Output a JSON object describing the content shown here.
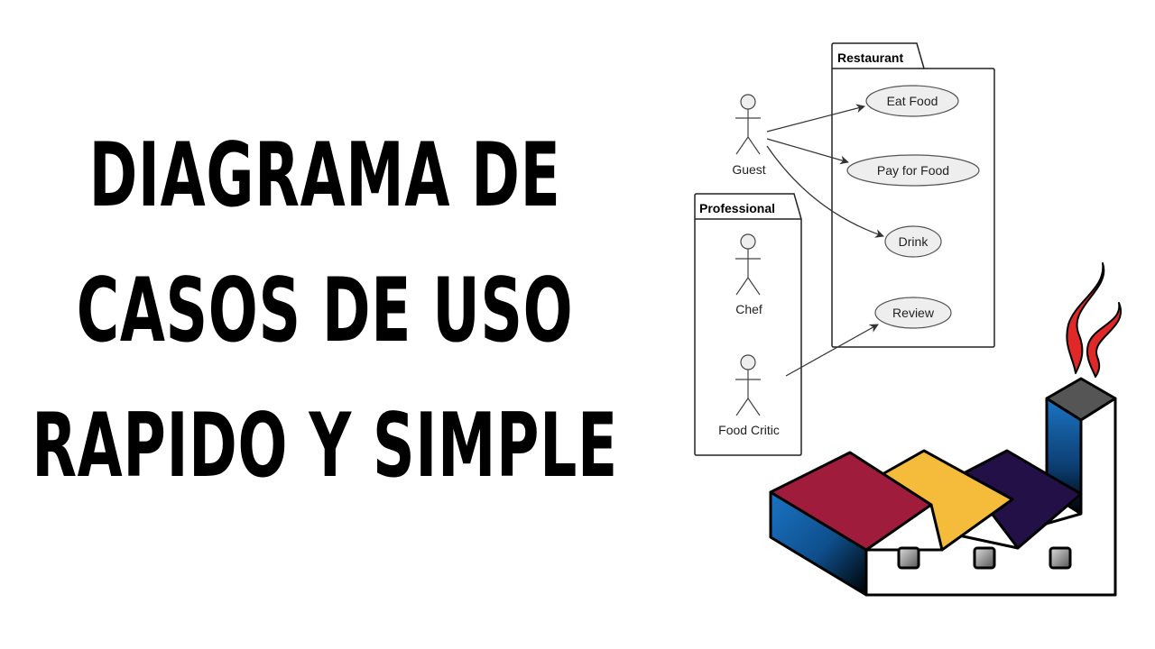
{
  "title": {
    "lines": [
      "DIAGRAMA DE",
      "CASOS DE USO",
      "RAPIDO Y SIMPLE"
    ]
  },
  "diagram": {
    "packages": {
      "restaurant": "Restaurant",
      "professional": "Professional"
    },
    "actors": {
      "guest": "Guest",
      "chef": "Chef",
      "food_critic": "Food Critic"
    },
    "usecases": {
      "eat_food": "Eat Food",
      "pay_for_food": "Pay for Food",
      "drink": "Drink",
      "review": "Review"
    }
  },
  "colors": {
    "roof_red": "#a01c3c",
    "roof_yellow": "#f5bb3a",
    "roof_purple": "#221046",
    "side_blue": "#1b74c4",
    "flame_red": "#e02828",
    "usecase_fill": "#eeeeee"
  },
  "icons": [
    "factory-logo-icon",
    "flame-icon"
  ]
}
